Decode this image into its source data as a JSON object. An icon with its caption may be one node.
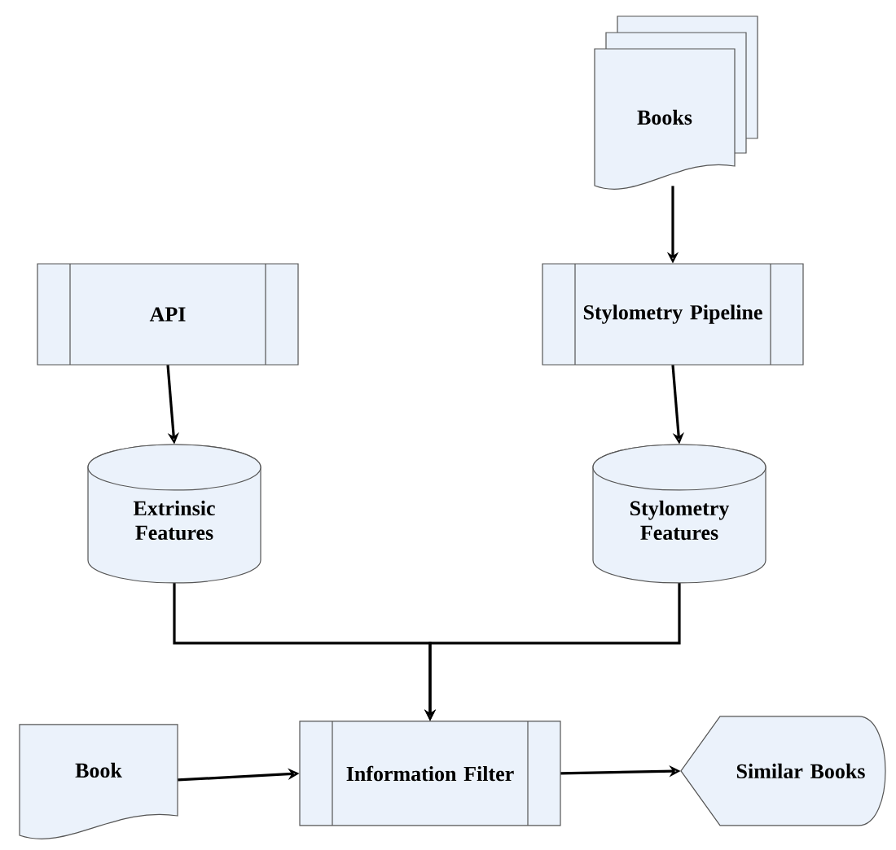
{
  "diagram": {
    "nodes": [
      {
        "text": [
          "Books"
        ]
      },
      {
        "text": [
          "API"
        ]
      },
      {
        "text": [
          "Stylometry Pipeline"
        ]
      },
      {
        "text": [
          "Extrinsic Features"
        ]
      },
      {
        "text": [
          "Stylometry Features"
        ]
      },
      {
        "text": [
          "Book"
        ]
      },
      {
        "text": [
          "Information Filter"
        ]
      },
      {
        "text": [
          "Similar Books"
        ]
      }
    ],
    "edges": [
      {
        "from": 0,
        "to": 2,
        "arrow": "to"
      },
      {
        "from": 1,
        "to": 3,
        "arrow": "to"
      },
      {
        "from": 2,
        "to": 4,
        "arrow": "to"
      },
      {
        "from": 3,
        "to": 6,
        "arrow": "to"
      },
      {
        "from": 4,
        "to": 6,
        "arrow": "to"
      },
      {
        "from": 5,
        "to": 6,
        "arrow": "to"
      },
      {
        "from": 6,
        "to": 7,
        "arrow": "to"
      }
    ]
  }
}
